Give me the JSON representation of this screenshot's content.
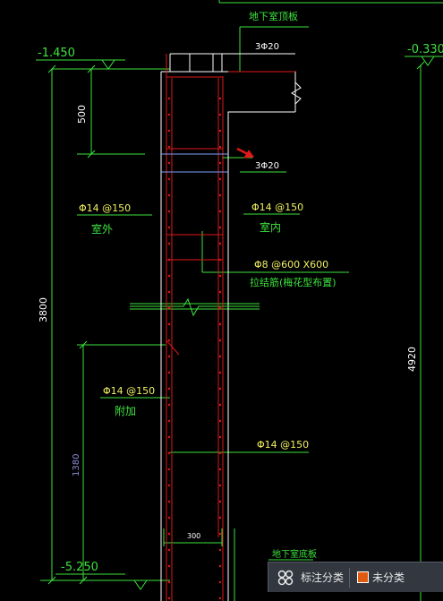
{
  "drawing": {
    "top_slab_title": "地下室顶板",
    "top_bars": "3Φ20",
    "mid_bars": "3Φ20",
    "left_elev_top": "-1.450",
    "right_elev_top": "-0.330",
    "left_elev_bottom": "-5.250",
    "dim_500": "500",
    "dim_3800": "3800",
    "dim_1380": "1380",
    "dim_4920": "4920",
    "dim_300": "300",
    "outer_rebar": "Φ14 @150",
    "outer_label": "室外",
    "inner_rebar": "Φ14 @150",
    "inner_label": "室内",
    "tie_rebar": "Φ8 @600 X600",
    "tie_label": "拉结筋(梅花型布置)",
    "added_rebar": "Φ14 @150",
    "added_label": "附加",
    "added_inner_rebar": "Φ14 @150",
    "bottom_slab_title": "地下室底板",
    "colors": {
      "line_green": "#3de23d",
      "line_white": "#ffffff",
      "line_red": "#e01818",
      "text_yellow": "#f0f060",
      "dim_blue": "#8b8bd6"
    }
  },
  "legend": {
    "label": "标注分类",
    "category": "未分类",
    "icon": "category-grid-icon",
    "swatch_color": "#e05a10"
  }
}
